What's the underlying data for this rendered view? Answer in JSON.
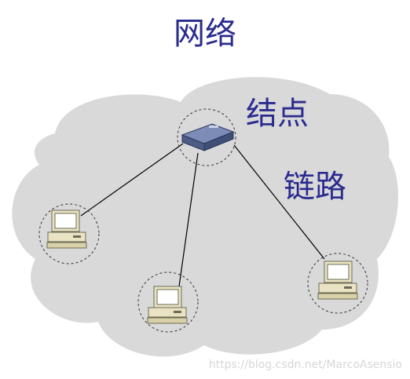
{
  "title": "网络",
  "labels": {
    "node": "结点",
    "link": "链路"
  },
  "watermark": "https://blog.csdn.net/MarcoAsensio",
  "colors": {
    "cloud": "#d9d9d9",
    "title_text": "#2b2b8f",
    "link_line": "#000000",
    "switch_body": "#5a6b92",
    "pc_body": "#e9e3c4"
  },
  "icons": {
    "node_device": "network-switch-icon",
    "end_device": "desktop-computer-icon"
  }
}
